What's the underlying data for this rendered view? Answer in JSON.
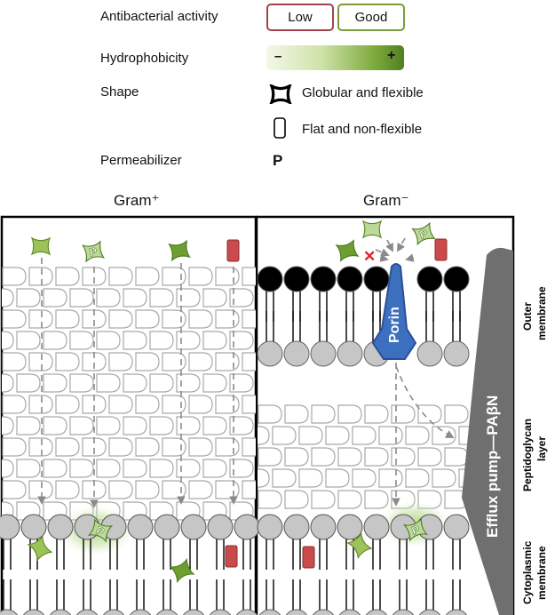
{
  "legend": {
    "antibacterial_label": "Antibacterial activity",
    "low_label": "Low",
    "good_label": "Good",
    "low_color": "#a0434a",
    "good_color": "#7a9a3c",
    "hydrophobicity_label": "Hydrophobicity",
    "hydro_minus": "–",
    "hydro_plus": "+",
    "shape_label": "Shape",
    "globular_label": "Globular and flexible",
    "flat_label": "Flat and non-flexible",
    "permeabilizer_label": "Permeabilizer",
    "permeabilizer_symbol": "P"
  },
  "panels": {
    "gram_pos_title": "Gram⁺",
    "gram_neg_title": "Gram⁻",
    "porin_label": "Porin",
    "efflux_label": "Efflux pump—PAβN",
    "outer_membrane_label": [
      "Outer",
      "membrane"
    ],
    "peptidoglycan_label": [
      "Peptidoglycan",
      "layer"
    ],
    "cytoplasmic_label": [
      "Cytoplasmic",
      "membrane"
    ],
    "block_symbol": "✕"
  },
  "colors": {
    "peptide_green": "#76a83c",
    "peptide_light": "#bcd89a",
    "flat_red": "#c94b4b",
    "porin_blue": "#3d6fbf",
    "efflux_gray": "#6f6f6f",
    "lipid_gray": "#c6c6c6",
    "lps_black": "#000000",
    "arrow_gray": "#8a8a8a"
  }
}
